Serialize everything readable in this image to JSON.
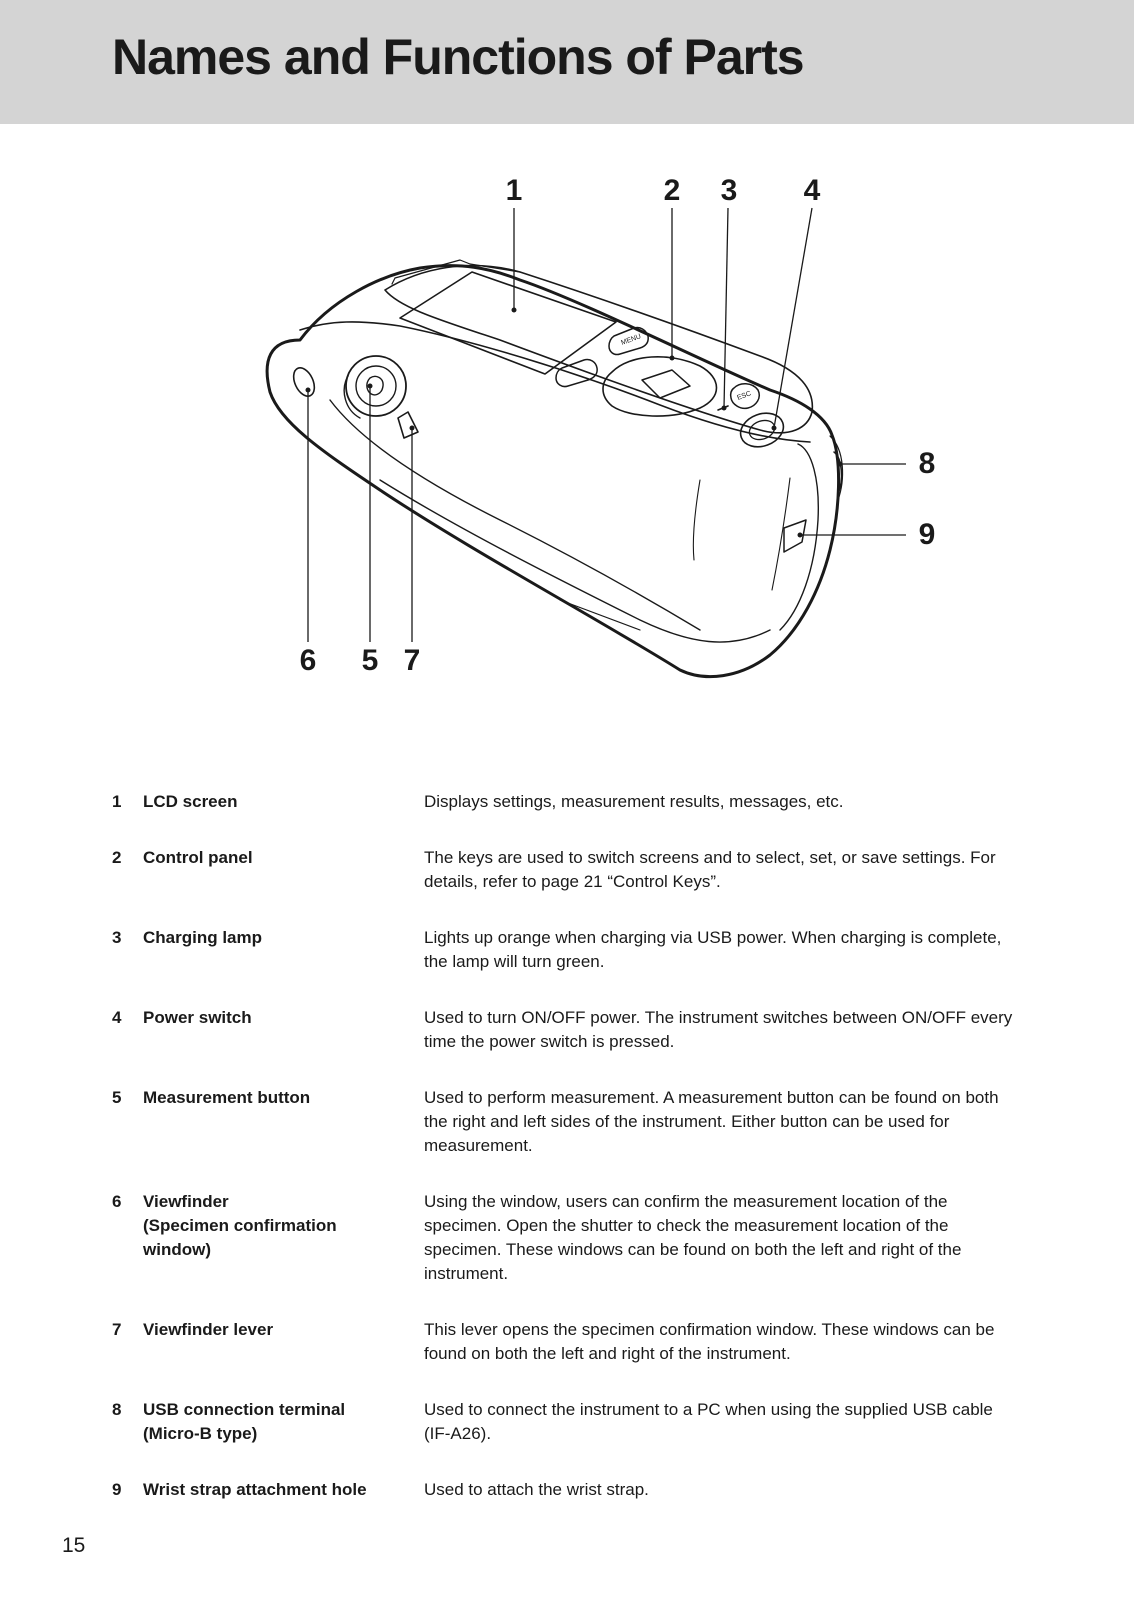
{
  "header": {
    "title": "Names and Functions of Parts"
  },
  "diagram": {
    "callouts": [
      "1",
      "2",
      "3",
      "4",
      "5",
      "6",
      "7",
      "8",
      "9"
    ],
    "key_labels": {
      "menu": "MENU",
      "esc": "ESC"
    }
  },
  "parts": [
    {
      "num": "1",
      "name": "LCD screen",
      "desc": "Displays settings, measurement results, messages, etc."
    },
    {
      "num": "2",
      "name": "Control panel",
      "desc": "The keys are used to switch screens and to select, set, or save settings. For details, refer to page 21 “Control Keys”."
    },
    {
      "num": "3",
      "name": "Charging lamp",
      "desc": "Lights up orange when charging via USB power. When charging is complete, the lamp will turn green."
    },
    {
      "num": "4",
      "name": "Power switch",
      "desc": "Used to turn ON/OFF power. The instrument switches between ON/OFF every time the power switch is pressed."
    },
    {
      "num": "5",
      "name": "Measurement button",
      "desc": "Used to perform measurement. A measurement button can be found on both the right and left sides of the instrument. Either button can be used for measurement."
    },
    {
      "num": "6",
      "name": "Viewfinder\n(Specimen confirmation\nwindow)",
      "desc": "Using the window, users can confirm the measurement location of the specimen. Open the shutter to check the measurement location of the specimen. These windows can be found on both the left and right of the instrument."
    },
    {
      "num": "7",
      "name": "Viewfinder lever",
      "desc": "This lever opens the specimen confirmation window. These windows can be found on both the left and right of the instrument."
    },
    {
      "num": "8",
      "name": "USB connection terminal\n(Micro-B type)",
      "desc": "Used to connect the instrument to a PC when using the supplied USB cable (IF-A26)."
    },
    {
      "num": "9",
      "name": "Wrist strap attachment hole",
      "desc": "Used to attach the wrist strap."
    }
  ],
  "footer": {
    "page_number": "15"
  }
}
